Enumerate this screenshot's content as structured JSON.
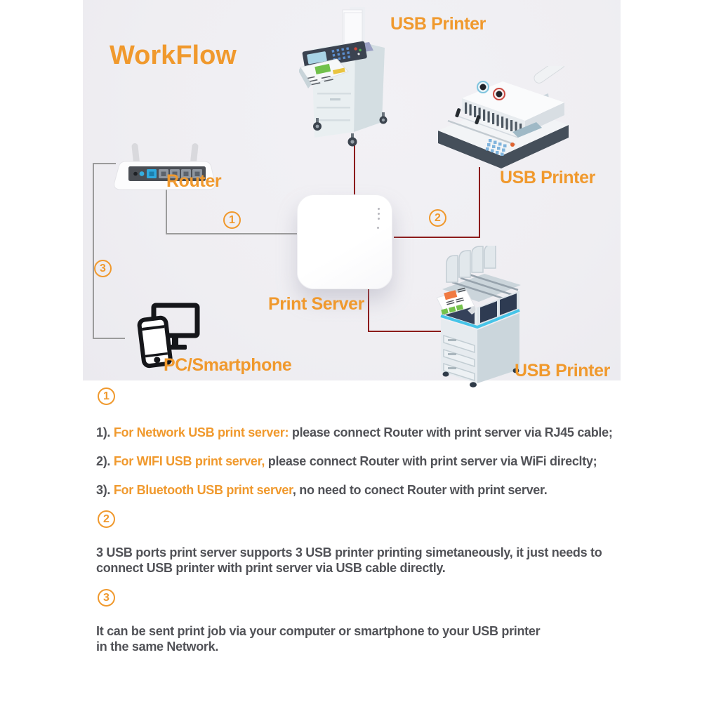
{
  "colors": {
    "accent": "#F0992D",
    "text": "#515257",
    "line_gray": "#9B9B9B",
    "line_red": "#8C1B1B",
    "diagram_bg": "#EFEEF2"
  },
  "diagram": {
    "title": "WorkFlow",
    "usb_top": "USB Printer",
    "usb_right": "USB Printer",
    "usb_bottom": "USB Printer",
    "router_label": "Router",
    "print_server_label": "Print Server",
    "pc_label": "PC/Smartphone",
    "marker1": "1",
    "marker2": "2",
    "marker3": "3"
  },
  "notes": {
    "marker1": "1",
    "item1": {
      "prefix": "1). ",
      "highlight": "For Network USB print server:",
      "rest": " please connect Router with print server via RJ45 cable;"
    },
    "item2": {
      "prefix": "2). ",
      "highlight": "For WIFI USB print server,",
      "rest": " please connect Router with print server via WiFi direclty;"
    },
    "item3": {
      "prefix": "3). ",
      "highlight": "For Bluetooth USB print server",
      "rest": ", no need to conect Router with print server."
    },
    "marker2": "2",
    "para2": "3 USB ports print server supports 3 USB printer printing simetaneously, it just needs to\nconnect USB printer with print server via USB cable directly.",
    "marker3": "3",
    "para3": "It can be sent print job via your computer or smartphone to your USB printer\nin the same Network."
  }
}
